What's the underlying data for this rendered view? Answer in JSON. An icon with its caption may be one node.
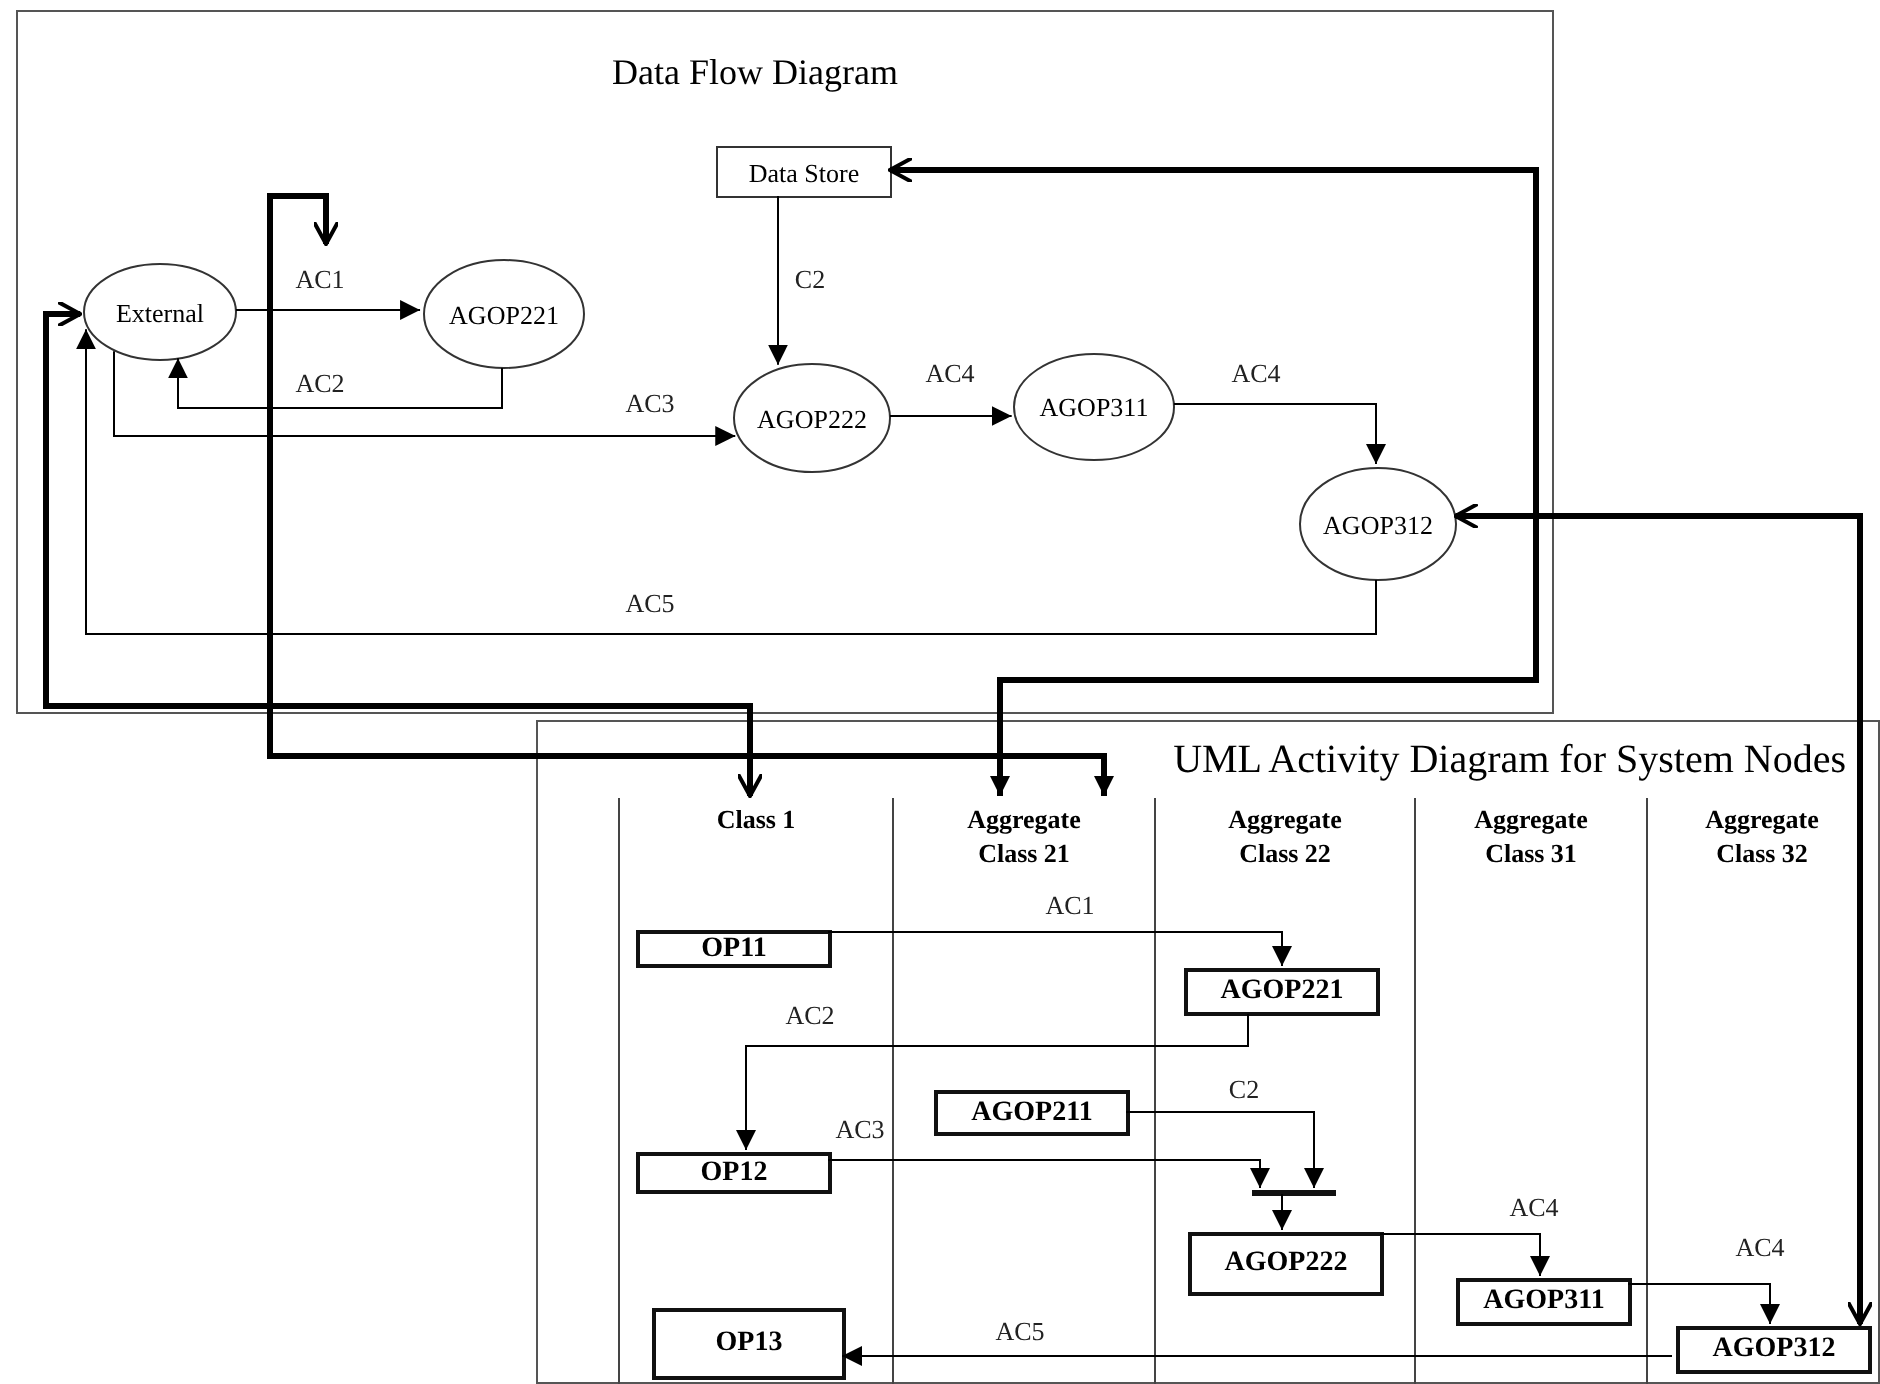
{
  "diagram": {
    "nodes": [
      {
        "text": [
          "Data Flow Diagram"
        ]
      },
      {
        "text": [
          "Data Store"
        ],
        "in": 0
      },
      {
        "text": [
          "External"
        ],
        "in": 0
      },
      {
        "text": [
          "AGOP221"
        ],
        "in": 0
      },
      {
        "text": [
          "AGOP222"
        ],
        "in": 0
      },
      {
        "text": [
          "AGOP311"
        ],
        "in": 0
      },
      {
        "text": [
          "AGOP312"
        ],
        "in": 0
      },
      {
        "text": [
          "UML Activity Diagram for System Nodes"
        ]
      },
      {
        "text": [
          "Class 1"
        ],
        "in": 7
      },
      {
        "text": [
          "Aggregate Class 21"
        ],
        "in": 7
      },
      {
        "text": [
          "Aggregate Class 22"
        ],
        "in": 7
      },
      {
        "text": [
          "Aggregate Class 31"
        ],
        "in": 7
      },
      {
        "text": [
          "Aggregate Class 32"
        ],
        "in": 7
      },
      {
        "text": [
          "OP11"
        ],
        "in": 8
      },
      {
        "text": [
          "AGOP221"
        ],
        "in": 10
      },
      {
        "text": [
          "AGOP211"
        ],
        "in": 9
      },
      {
        "text": [
          "OP12"
        ],
        "in": 8
      },
      {
        "text": [],
        "shape": "bar",
        "in": 10
      },
      {
        "text": [
          "AGOP222"
        ],
        "in": 10
      },
      {
        "text": [
          "AGOP311"
        ],
        "in": 11
      },
      {
        "text": [
          "AGOP312"
        ],
        "in": 12
      },
      {
        "text": [
          "OP13"
        ],
        "in": 8
      }
    ],
    "edges": [
      {
        "from": 2,
        "to": 3,
        "arrow": "to",
        "label": "AC1"
      },
      {
        "from": 3,
        "to": 2,
        "arrow": "to",
        "label": "AC2"
      },
      {
        "from": 2,
        "to": 4,
        "arrow": "to",
        "label": "AC3"
      },
      {
        "from": 1,
        "to": 4,
        "arrow": "to",
        "label": "C2"
      },
      {
        "from": 4,
        "to": 5,
        "arrow": "to",
        "label": "AC4"
      },
      {
        "from": 5,
        "to": 6,
        "arrow": "to",
        "label": "AC4"
      },
      {
        "from": 6,
        "to": 2,
        "arrow": "to",
        "label": "AC5"
      },
      {
        "from": 2,
        "to": 8,
        "arrow": "both",
        "style": "thick"
      },
      {
        "from": 1,
        "to": 9,
        "arrow": "both",
        "style": "thick"
      },
      {
        "from": 6,
        "to": 20,
        "arrow": "both",
        "style": "thick"
      },
      {
        "from": 13,
        "to": 14,
        "arrow": "to",
        "label": "AC1"
      },
      {
        "from": 14,
        "to": 16,
        "arrow": "to",
        "label": "AC2"
      },
      {
        "from": 16,
        "to": 17,
        "arrow": "to",
        "label": "AC3"
      },
      {
        "from": 15,
        "to": 17,
        "arrow": "to",
        "label": "C2"
      },
      {
        "from": 17,
        "to": 18,
        "arrow": "to"
      },
      {
        "from": 18,
        "to": 19,
        "arrow": "to",
        "label": "AC4"
      },
      {
        "from": 19,
        "to": 20,
        "arrow": "to",
        "label": "AC4"
      },
      {
        "from": 20,
        "to": 21,
        "arrow": "to",
        "label": "AC5"
      },
      {
        "from": null,
        "to": 9,
        "arrow": "both",
        "style": "thick"
      }
    ]
  }
}
